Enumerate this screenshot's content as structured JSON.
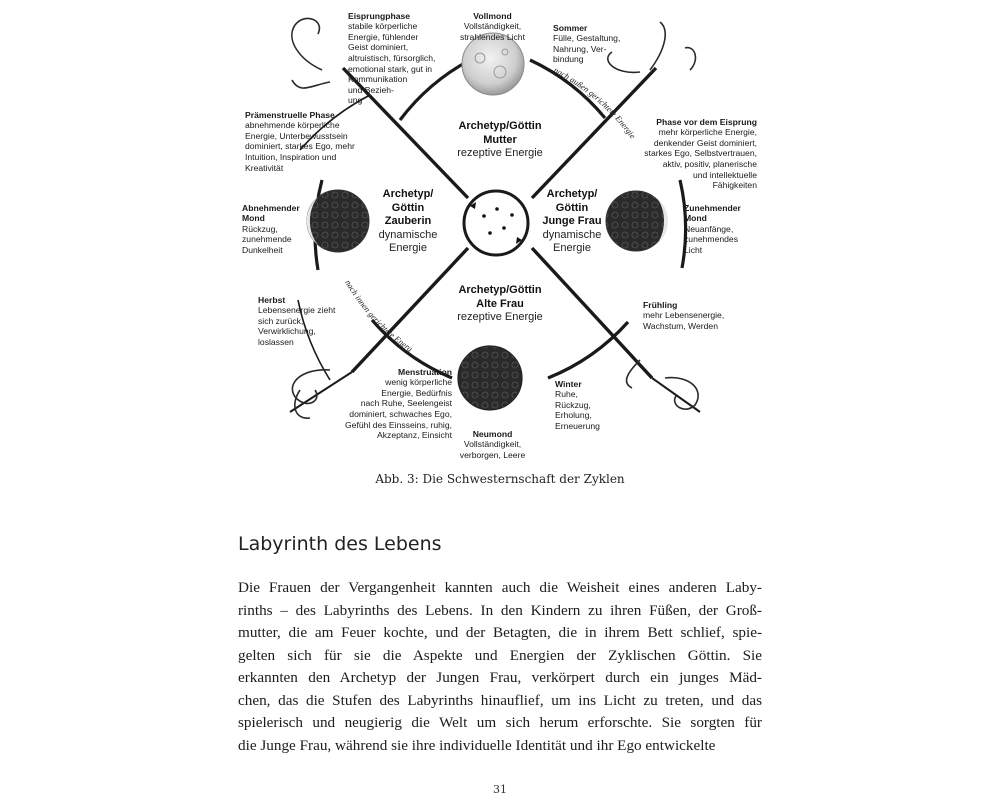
{
  "figure": {
    "center": {
      "mutter": {
        "title": "Archetyp/Göttin\nMutter",
        "energy": "rezeptive Energie"
      },
      "zauberin": {
        "title": "Archetyp/\nGöttin\nZauberin",
        "energy": "dynamische\nEnergie"
      },
      "junge_frau": {
        "title": "Archetyp/\nGöttin\nJunge Frau",
        "energy": "dynamische\nEnergie"
      },
      "alte_frau": {
        "title": "Archetyp/Göttin\nAlte Frau",
        "energy": "rezeptive Energie"
      }
    },
    "arrows": {
      "outward": "nach außen gerichtete Energie",
      "inward": "nach innen gerichtete Energie"
    },
    "labels": {
      "eisprung": {
        "title": "Eisprungphase",
        "text": "stabile körperliche\nEnergie, fühlender\nGeist dominiert,\naltruistisch, fürsorglich,\nemotional stark, gut in\nKommunikation\nund Bezieh-\nung"
      },
      "vollmond": {
        "title": "Vollmond",
        "text": "Vollständigkeit,\nstrahlendes Licht"
      },
      "sommer": {
        "title": "Sommer",
        "text": "Fülle, Gestaltung,\nNahrung, Ver-\nbindung"
      },
      "praemenstruell": {
        "title": "Prämenstruelle Phase",
        "text": "abnehmende körperliche\nEnergie, Unterbewusstsein\ndominiert, starkes Ego, mehr\nIntuition, Inspiration und\nKreativität"
      },
      "vor_eisprung": {
        "title": "Phase vor dem Eisprung",
        "text": "mehr körperliche Energie,\ndenkender Geist dominiert,\nstarkes Ego, Selbstvertrauen,\naktiv, positiv, planerische\nund intellektuelle\nFähigkeiten"
      },
      "abnehmend": {
        "title": "Abnehmender\nMond",
        "text": "Rückzug,\nzunehmende\nDunkelheit"
      },
      "zunehmend": {
        "title": "Zunehmender\nMond",
        "text": "Neuanfänge,\nzunehmendes\nLicht"
      },
      "herbst": {
        "title": "Herbst",
        "text": "Lebensenergie zieht\nsich zurück,\nVerwirklichung,\nloslassen"
      },
      "fruehling": {
        "title": "Frühling",
        "text": "mehr Lebensenergie,\nWachstum, Werden"
      },
      "menstruation": {
        "title": "Menstruation",
        "text": "wenig körperliche\nEnergie, Bedürfnis\nnach Ruhe, Seelengeist\ndominiert, schwaches Ego,\nGefühl des Einsseins, ruhig,\nAkzeptanz, Einsicht"
      },
      "winter": {
        "title": "Winter",
        "text": "Ruhe,\nRückzug,\nErholung,\nErneuerung"
      },
      "neumond": {
        "title": "Neumond",
        "text": "Vollständigkeit,\nverborgen, Leere"
      }
    },
    "caption": "Abb. 3: Die Schwesternschaft der Zyklen"
  },
  "section": {
    "heading": "Labyrinth des Lebens",
    "lines": [
      "Die Frauen der Vergangenheit kannten auch die Weisheit eines anderen Laby-",
      "rinths – des Labyrinths des Lebens. In den Kindern zu ihren Füßen, der Groß-",
      "mutter, die am Feuer kochte, und der Betagten, die in ihrem Bett schlief, spie-",
      "gelten sich für sie die Aspekte und Energien der Zyklischen Göttin. Sie",
      "erkannten den Archetyp der Jungen Frau, verkörpert durch ein junges Mäd-",
      "chen, das die Stufen des Labyrinths hinauflief, um ins Licht zu treten, und das",
      "spielerisch und neugierig die Welt um sich herum erforschte. Sie sorgten für",
      "die Junge Frau, während sie ihre individuelle Identität und ihr Ego entwickelte"
    ]
  },
  "page_number": "31"
}
